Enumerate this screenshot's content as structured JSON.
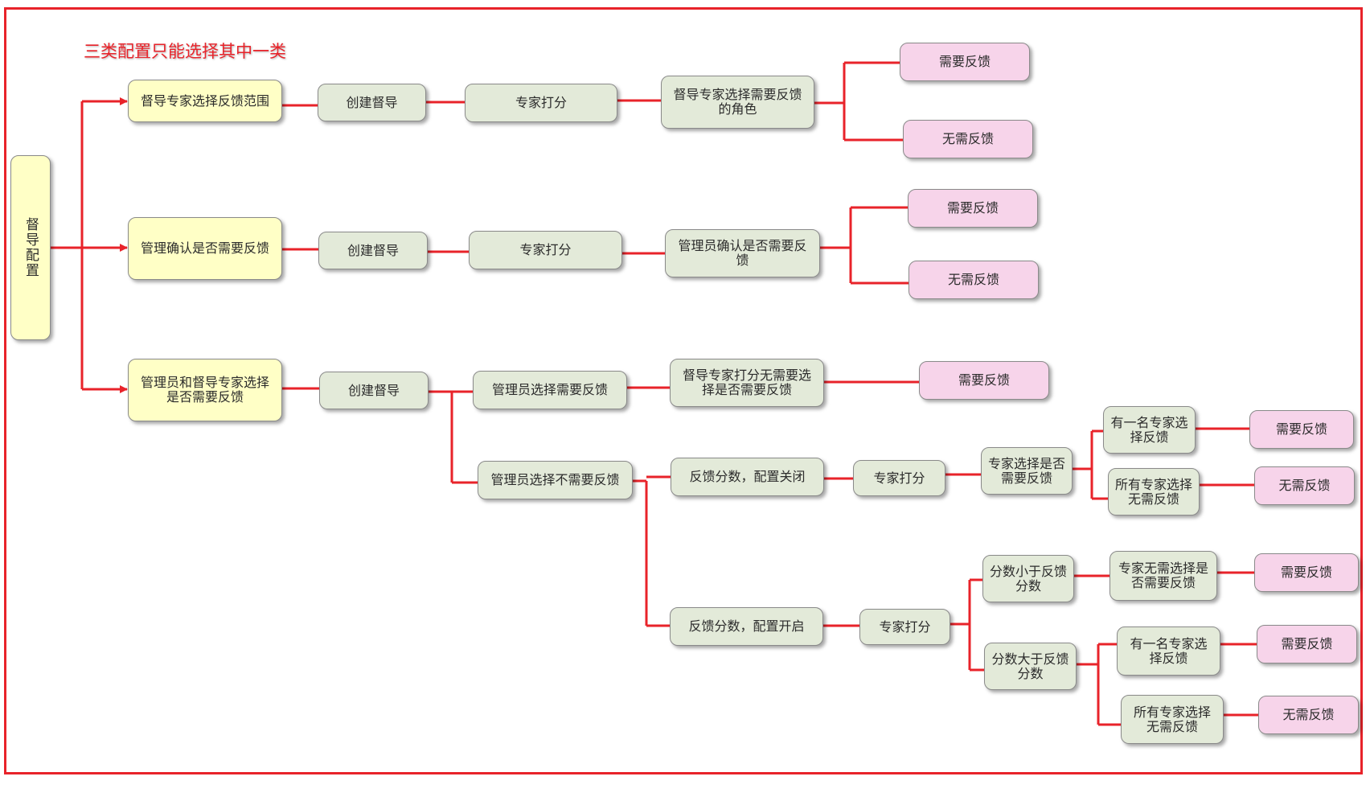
{
  "note": "三类配置只能选择其中一类",
  "root": "督导配置",
  "branch1": {
    "head": "督导专家选择反馈范围",
    "create": "创建督导",
    "score": "专家打分",
    "choose": "督导专家选择需要反馈的角色",
    "need": "需要反馈",
    "noneed": "无需反馈"
  },
  "branch2": {
    "head": "管理确认是否需要反馈",
    "create": "创建督导",
    "score": "专家打分",
    "confirm": "管理员确认是否需要反馈",
    "need": "需要反馈",
    "noneed": "无需反馈"
  },
  "branch3": {
    "head": "管理员和督导专家选择是否需要反馈",
    "create": "创建督导",
    "admin_need": "管理员选择需要反馈",
    "expert_score_no_choose": "督导专家打分无需要选择是否需要反馈",
    "need_a": "需要反馈",
    "admin_noneed": "管理员选择不需要反馈",
    "closed": "反馈分数，配置关闭",
    "closed_score": "专家打分",
    "expert_choose": "专家选择是否需要反馈",
    "one_expert": "有一名专家选择反馈",
    "need_b": "需要反馈",
    "all_experts": "所有专家选择无需反馈",
    "noneed_b": "无需反馈",
    "open": "反馈分数，配置开启",
    "open_score": "专家打分",
    "less": "分数小于反馈分数",
    "no_need_choose": "专家无需选择是否需要反馈",
    "need_c": "需要反馈",
    "greater": "分数大于反馈分数",
    "one_expert_2": "有一名专家选择反馈",
    "need_d": "需要反馈",
    "all_experts_2": "所有专家选择无需反馈",
    "noneed_d": "无需反馈"
  },
  "colors": {
    "line": "#e8232a",
    "yellow": "#ffffc6",
    "green": "#e3ead9",
    "pink": "#f7d4ea"
  }
}
